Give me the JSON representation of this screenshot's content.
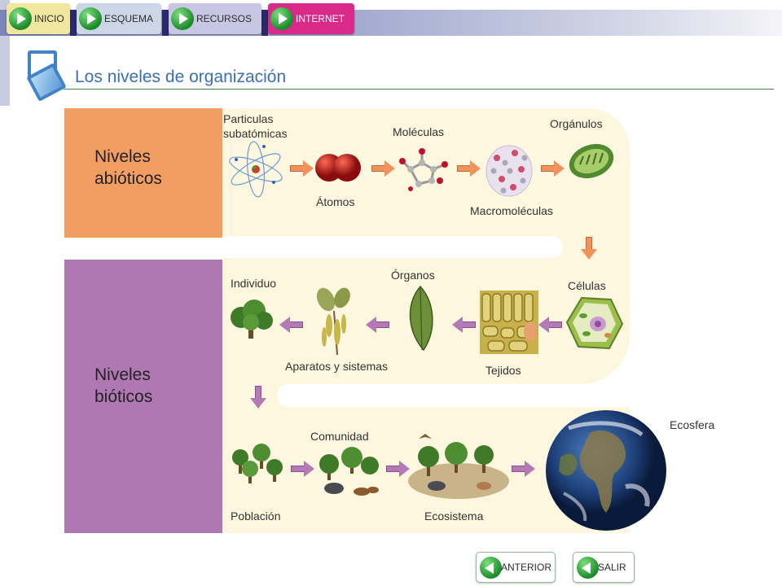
{
  "nav": {
    "inicio": "INICIO",
    "esquema": "ESQUEMA",
    "recursos": "RECURSOS",
    "internet": "INTERNET"
  },
  "title": "Los niveles de organización",
  "groups": {
    "abiotic": [
      "Niveles",
      "abióticos"
    ],
    "biotic": [
      "Niveles",
      "bióticos"
    ]
  },
  "stages": {
    "particulas_1": "Particulas",
    "particulas_2": "subatómicas",
    "atomos": "Átomos",
    "moleculas": "Moléculas",
    "macromoleculas": "Macromoléculas",
    "organulos": "Orgánulos",
    "celulas": "Células",
    "tejidos": "Tejidos",
    "organos": "Órganos",
    "aparatos": "Aparatos y sistemas",
    "individuo": "Individuo",
    "poblacion": "Población",
    "comunidad": "Comunidad",
    "ecosistema": "Ecosistema",
    "ecosfera": "Ecosfera"
  },
  "footer": {
    "anterior": "ANTERIOR",
    "salir": "SALIR"
  },
  "colors": {
    "abiotic": "#f29e63",
    "biotic": "#b078b2",
    "cream": "#fcf7de",
    "title": "#3b6fb2",
    "internet_button": "#d92a8a"
  }
}
